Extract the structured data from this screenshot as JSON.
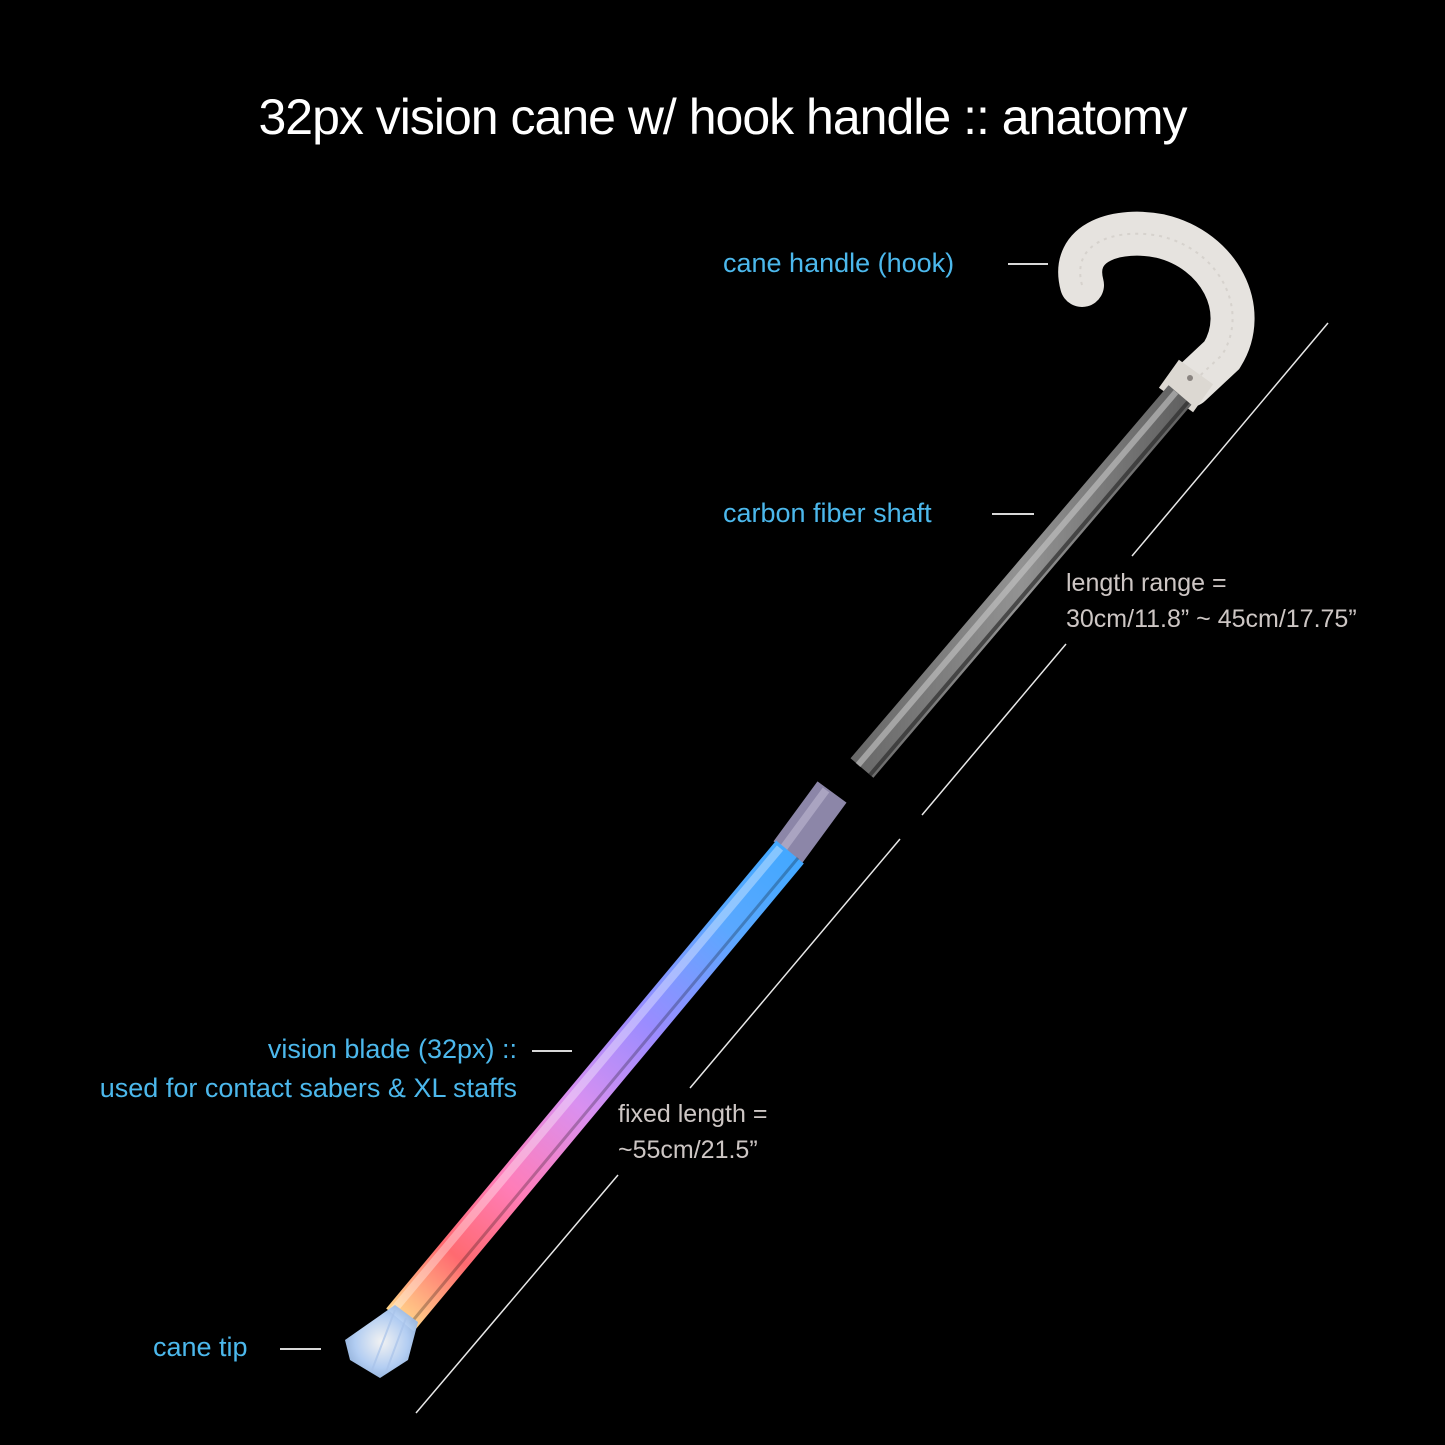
{
  "title": "32px vision cane w/ hook handle :: anatomy",
  "colors": {
    "background": "#000000",
    "title": "#ffffff",
    "part_label": "#4cb8ec",
    "dimension_note": "#cdc6c4",
    "leader_line": "#d8d8d8"
  },
  "parts": {
    "handle": {
      "label": "cane handle (hook)"
    },
    "shaft": {
      "label": "carbon fiber shaft"
    },
    "blade": {
      "label_line1": "vision blade (32px) ::",
      "label_line2": "used for contact sabers & XL staffs"
    },
    "tip": {
      "label": "cane tip"
    }
  },
  "dimensions": {
    "shaft_length": {
      "line1": "length range =",
      "line2": "30cm/11.8” ~ 45cm/17.75”"
    },
    "blade_length": {
      "line1": "fixed length =",
      "line2": "~55cm/21.5”"
    }
  }
}
